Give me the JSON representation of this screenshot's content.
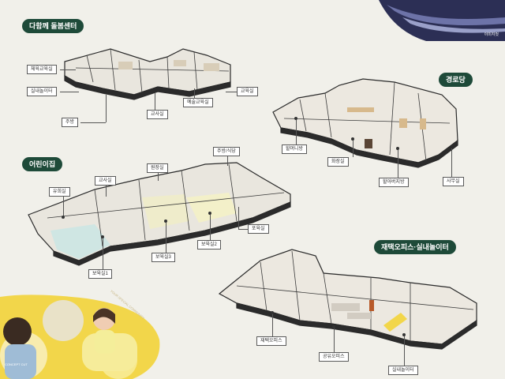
{
  "sections": {
    "care": {
      "title": "다함께 돌봄센터",
      "labels": {
        "gym": "체육교육실",
        "play": "실내놀이터",
        "kitchen": "주방",
        "teacher": "교사실",
        "arts": "예술교육실",
        "classroom": "교육실"
      }
    },
    "senior": {
      "title": "경로당",
      "labels": {
        "grandma": "할머니방",
        "restroom": "화장실",
        "grandpa": "할아버지방",
        "office": "사무실"
      }
    },
    "daycare": {
      "title": "어린이집",
      "labels": {
        "kitchen_dining": "주방/식당",
        "director": "원장실",
        "teacher": "교사실",
        "play": "유희실",
        "nursing": "포육실",
        "care2": "보육실2",
        "care3": "보육실3",
        "care1": "보육실1"
      }
    },
    "office": {
      "title": "재택오피스·실내놀이터",
      "labels": {
        "home_office": "재택오피스",
        "shared_office": "공유오피스",
        "play": "실내놀이터"
      }
    }
  },
  "photo": {
    "corner_caption": "이미지컷",
    "kid_caption": "CONCEPT CUT",
    "arc_text": "YOUR SPECIAL COMMUNITY"
  },
  "colors": {
    "badge": "#1e4a39",
    "background": "#f1f0ea",
    "yellow": "#f2d64a",
    "mint": "#cfe6e3"
  }
}
